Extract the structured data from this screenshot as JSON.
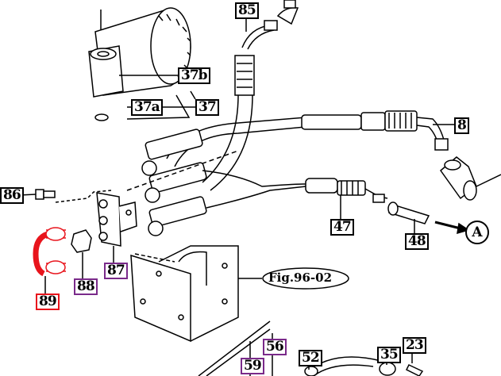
{
  "colors": {
    "default": "#000000",
    "highlight_red": "#e8141c",
    "purple": "#7a2a8a"
  },
  "callouts": [
    {
      "id": "85",
      "text": "85",
      "color": "default"
    },
    {
      "id": "37b",
      "text": "37b",
      "color": "default"
    },
    {
      "id": "37a",
      "text": "37a",
      "color": "default"
    },
    {
      "id": "37",
      "text": "37",
      "color": "default"
    },
    {
      "id": "8",
      "text": "8",
      "color": "default"
    },
    {
      "id": "86",
      "text": "86",
      "color": "default"
    },
    {
      "id": "47",
      "text": "47",
      "color": "default"
    },
    {
      "id": "48",
      "text": "48",
      "color": "default"
    },
    {
      "id": "87",
      "text": "87",
      "color": "purple"
    },
    {
      "id": "88",
      "text": "88",
      "color": "purple"
    },
    {
      "id": "89",
      "text": "89",
      "color": "highlight_red"
    },
    {
      "id": "56",
      "text": "56",
      "color": "purple"
    },
    {
      "id": "59",
      "text": "59",
      "color": "purple"
    },
    {
      "id": "52",
      "text": "52",
      "color": "default"
    },
    {
      "id": "35",
      "text": "35",
      "color": "default"
    },
    {
      "id": "23",
      "text": "23",
      "color": "default"
    }
  ],
  "view_marker": "A",
  "figure_reference": "Fig.96-02"
}
